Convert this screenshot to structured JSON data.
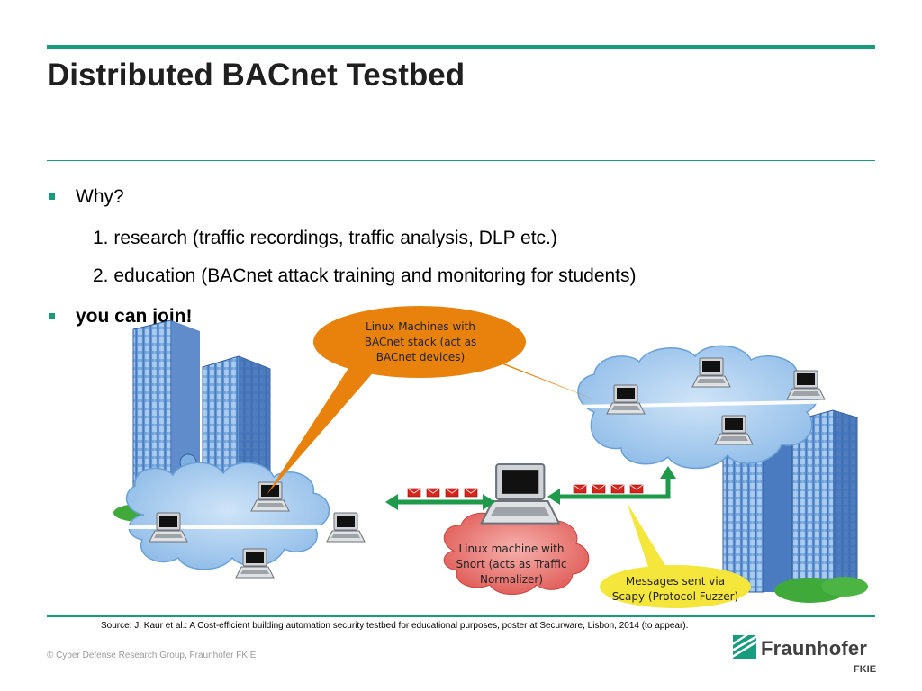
{
  "slide": {
    "title": "Distributed BACnet Testbed",
    "bullets": [
      {
        "label": "Why?"
      },
      {
        "label": "you can join!"
      }
    ],
    "sub_items": [
      "1. research (traffic recordings, traffic analysis, DLP etc.)",
      "2. education (BACnet attack training and monitoring for students)"
    ]
  },
  "diagram": {
    "callout_machines": [
      "Linux Machines with",
      "BACnet stack (act as",
      "BACnet devices)"
    ],
    "callout_snort": [
      "Linux machine with",
      "Snort (acts as Traffic",
      "Normalizer)"
    ],
    "callout_messages": [
      "Messages sent via",
      "Scapy (Protocol Fuzzer)"
    ],
    "colors": {
      "orange": "#e8820c",
      "red_cloud": "#e05a55",
      "yellow": "#f5e63c",
      "cloud_blue": "#9dc7ec",
      "arrow_green": "#1e9b4a"
    },
    "icons": [
      "building-icon",
      "laptop-icon",
      "envelope-icon",
      "cloud-icon"
    ]
  },
  "footer": {
    "source": "Source: J. Kaur et al.: A Cost-efficient building automation security testbed for educational purposes, poster at Securware, Lisbon, 2014 (to appear).",
    "copyright": "© Cyber Defense Research Group, Fraunhofer FKIE",
    "logo_name": "Fraunhofer",
    "logo_sub": "FKIE"
  },
  "theme": {
    "accent": "#179c7d"
  }
}
